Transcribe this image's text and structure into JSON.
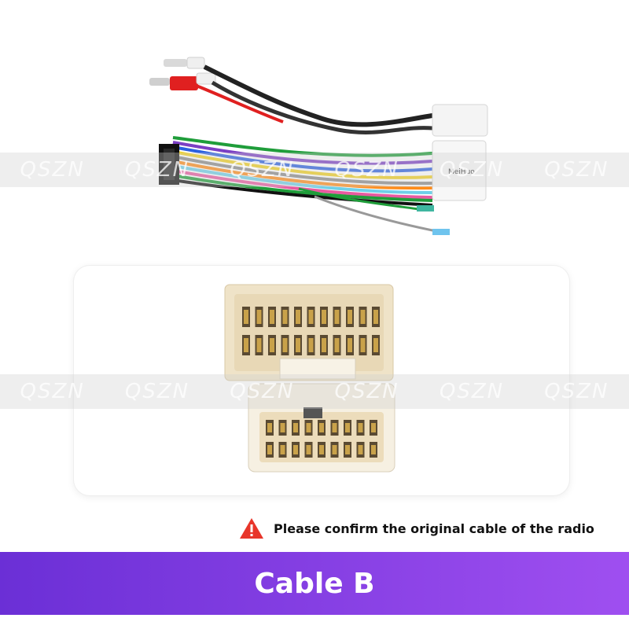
{
  "watermark": "QSZN",
  "warning": {
    "icon": "warning-triangle-icon",
    "text": "Please confirm the original cable of the radio",
    "icon_color": "#e8352a"
  },
  "label": {
    "text": "Cable B",
    "gradient_start": "#6b2fd6",
    "gradient_end": "#9f4ff0"
  },
  "harness_label": "MeiHuo"
}
